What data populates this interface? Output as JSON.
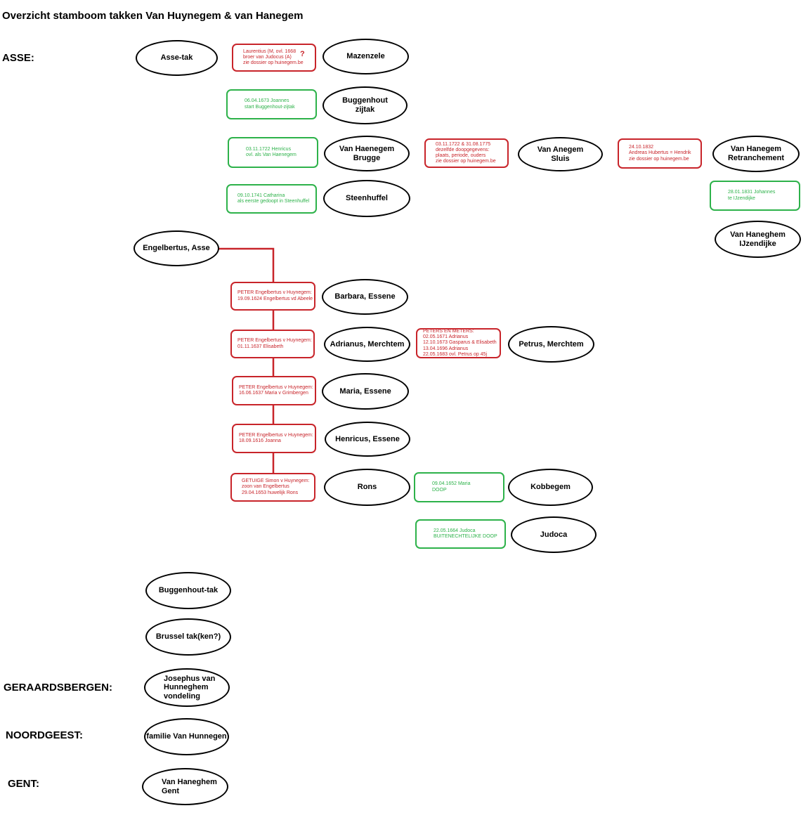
{
  "title": "Overzicht stamboom takken Van Huynegem & van Hanegem",
  "regions": {
    "asse": "ASSE:",
    "geraardsbergen": "GERAARDSBERGEN:",
    "noordgeest": "NOORDGEEST:",
    "gent": "GENT:"
  },
  "nodes": {
    "asse_tak": "Asse-tak",
    "mazenzele": "Mazenzele",
    "buggenhout_zijtak": "Buggenhout\n      zijtak",
    "van_haenegem_brugge": "Van Haenegem\nBrugge",
    "van_anegem_sluis": "Van Anegem\nSluis",
    "van_hanegem_retranchement": "Van Hanegem\nRetranchement",
    "steenhuffel": "Steenhuffel",
    "van_haneghem_ijzendijke": "Van Haneghem\nIJzendijke",
    "engelbertus_asse": "Engelbertus, Asse",
    "barbara_essene": "Barbara, Essene",
    "adrianus_merchtem": "Adrianus, Merchtem",
    "petrus_merchtem": "Petrus, Merchtem",
    "maria_essene": "Maria, Essene",
    "henricus_essene": "Henricus, Essene",
    "rons": "Rons",
    "kobbegem": "Kobbegem",
    "judoca": "Judoca",
    "buggenhout_tak": "Buggenhout-tak",
    "brussel_tak": "Brussel tak(ken?)",
    "josephus_vondeling": "Josephus van\nHunneghem\nvondeling",
    "familie_van_hunnegen": "familie Van Hunnegen",
    "van_haneghem_gent": "Van Haneghem\nGent"
  },
  "notes": {
    "laurentius": "Laurentius (M, ovl. 1668\n   broer van Judocus (A)\nzie dossier op huinegem.be",
    "laurentius_mark": "?",
    "joannes_1673": "06.04.1673 Joannes\nstart Buggenhout-zijtak",
    "henricus_1722": "03.11.1722 Henricus\novl. als Van Haenegem",
    "doopgegevens": "03.11.1722 & 31.08.1775\ndezelfde doopgegevens:\nplaats, periode, ouders\nzie dossier op huinegem.be",
    "andreas_hubertus": "24.10.1832\nAndreas Hubertus = Hendrik\nzie dossier op huinegem.be",
    "catharina_1741": "09.10.1741 Catharina\nals eerste gedoopt in Steenhuffel",
    "johannes_1831": "28.01.1831 Johannes\nte IJzendijke",
    "peter_barbara": "PETER Engelbertus v Huynegem:\n19.09.1624 Engelbertus vd Abeele",
    "peter_elisabeth": "PETER Engelbertus v Huynegem:\n01.11.1637 Elisabeth",
    "peters_meters": "PETERS EN METERS:\n02.05.1671 Adrianus\n12.10.1673 Gasparus & Elisabeth\n13.04.1696 Adrianus\n22.05.1683 ovl. Petrus op 45j",
    "peter_maria": "PETER Engelbertus v Huynegem:\n16.06.1637 Maria v Grimbergen",
    "peter_joanna": "PETER Engelbertus v Huynegem:\n18.09.1616 Joanna",
    "getuige_simon": "GETUIGE Simon v Huynegem:\nzoon van Engelbertus\n29.04.1653 huwelijk Rons",
    "maria_1652": "09.04.1652 Maria\nDOOP",
    "judoca_1664": "22.05.1664 Judoca\nBUITENECHTELIJKE DOOP"
  },
  "colors": {
    "red": "#c8242a",
    "green": "#2db24a",
    "black": "#000000"
  }
}
